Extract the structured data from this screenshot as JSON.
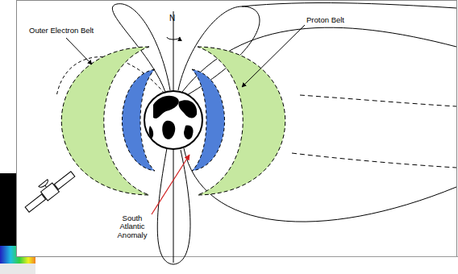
{
  "diagram": {
    "labels": [
      "Outer Electron Belt",
      "Proton Belt",
      "N",
      "South Atlantic Anomaly"
    ]
  }
}
